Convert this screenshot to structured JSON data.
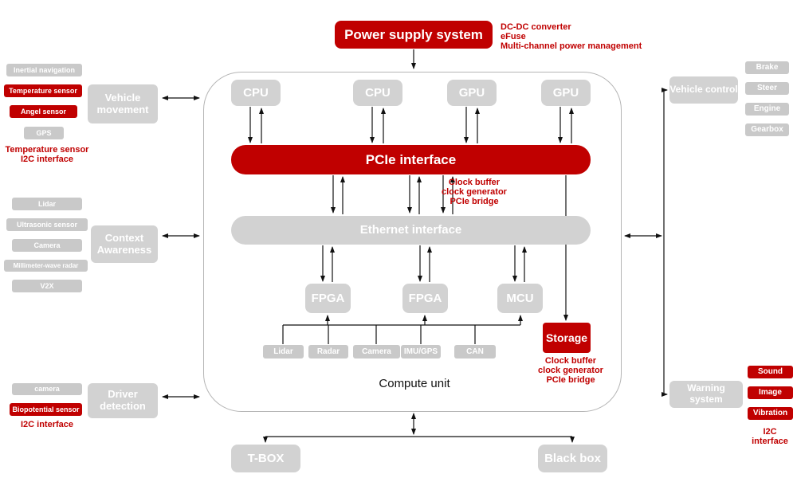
{
  "colors": {
    "accent_red": "#c00000",
    "box_gray": "#d2d2d2"
  },
  "power_supply": {
    "label": "Power supply system",
    "notes": [
      "DC-DC converter",
      "eFuse",
      "Multi-channel power management"
    ]
  },
  "compute_unit": {
    "label": "Compute unit",
    "processors": [
      {
        "label": "CPU"
      },
      {
        "label": "CPU"
      },
      {
        "label": "GPU"
      },
      {
        "label": "GPU"
      }
    ],
    "pcie": {
      "label": "PCIe interface",
      "notes": [
        "Clock buffer",
        "clock generator",
        "PCIe bridge"
      ]
    },
    "ethernet": {
      "label": "Ethernet interface"
    },
    "controllers": [
      {
        "label": "FPGA"
      },
      {
        "label": "FPGA"
      },
      {
        "label": "MCU"
      }
    ],
    "storage": {
      "label": "Storage",
      "notes": [
        "Clock buffer",
        "clock generator",
        "PCIe bridge"
      ]
    },
    "io_devices": [
      {
        "label": "Lidar"
      },
      {
        "label": "Radar"
      },
      {
        "label": "Camera"
      },
      {
        "label": "IMU/GPS"
      },
      {
        "label": "CAN"
      }
    ]
  },
  "left_panels": {
    "vehicle_movement": {
      "title": "Vehicle movement",
      "sensors": [
        {
          "label": "Inertial navigation",
          "highlight": false
        },
        {
          "label": "Temperature sensor",
          "highlight": true
        },
        {
          "label": "Angel sensor",
          "highlight": true
        },
        {
          "label": "GPS",
          "highlight": false
        }
      ],
      "notes": [
        "Temperature sensor",
        "I2C interface"
      ]
    },
    "context_awareness": {
      "title": "Context Awareness",
      "sensors": [
        {
          "label": "Lidar",
          "highlight": false
        },
        {
          "label": "Ultrasonic sensor",
          "highlight": false
        },
        {
          "label": "Camera",
          "highlight": false
        },
        {
          "label": "Millimeter-wave radar",
          "highlight": false
        },
        {
          "label": "V2X",
          "highlight": false
        }
      ]
    },
    "driver_detection": {
      "title": "Driver detection",
      "sensors": [
        {
          "label": "camera",
          "highlight": false
        },
        {
          "label": "Biopotential sensor",
          "highlight": true
        }
      ],
      "notes": [
        "I2C interface"
      ]
    }
  },
  "right_panels": {
    "vehicle_control": {
      "title": "Vehicle control",
      "actuators": [
        "Brake",
        "Steer",
        "Engine",
        "Gearbox"
      ]
    },
    "warning_system": {
      "title": "Warning system",
      "outputs": [
        "Sound",
        "Image",
        "Vibration"
      ],
      "notes": [
        "I2C interface"
      ]
    }
  },
  "bottom": {
    "tbox": "T-BOX",
    "blackbox": "Black box"
  }
}
